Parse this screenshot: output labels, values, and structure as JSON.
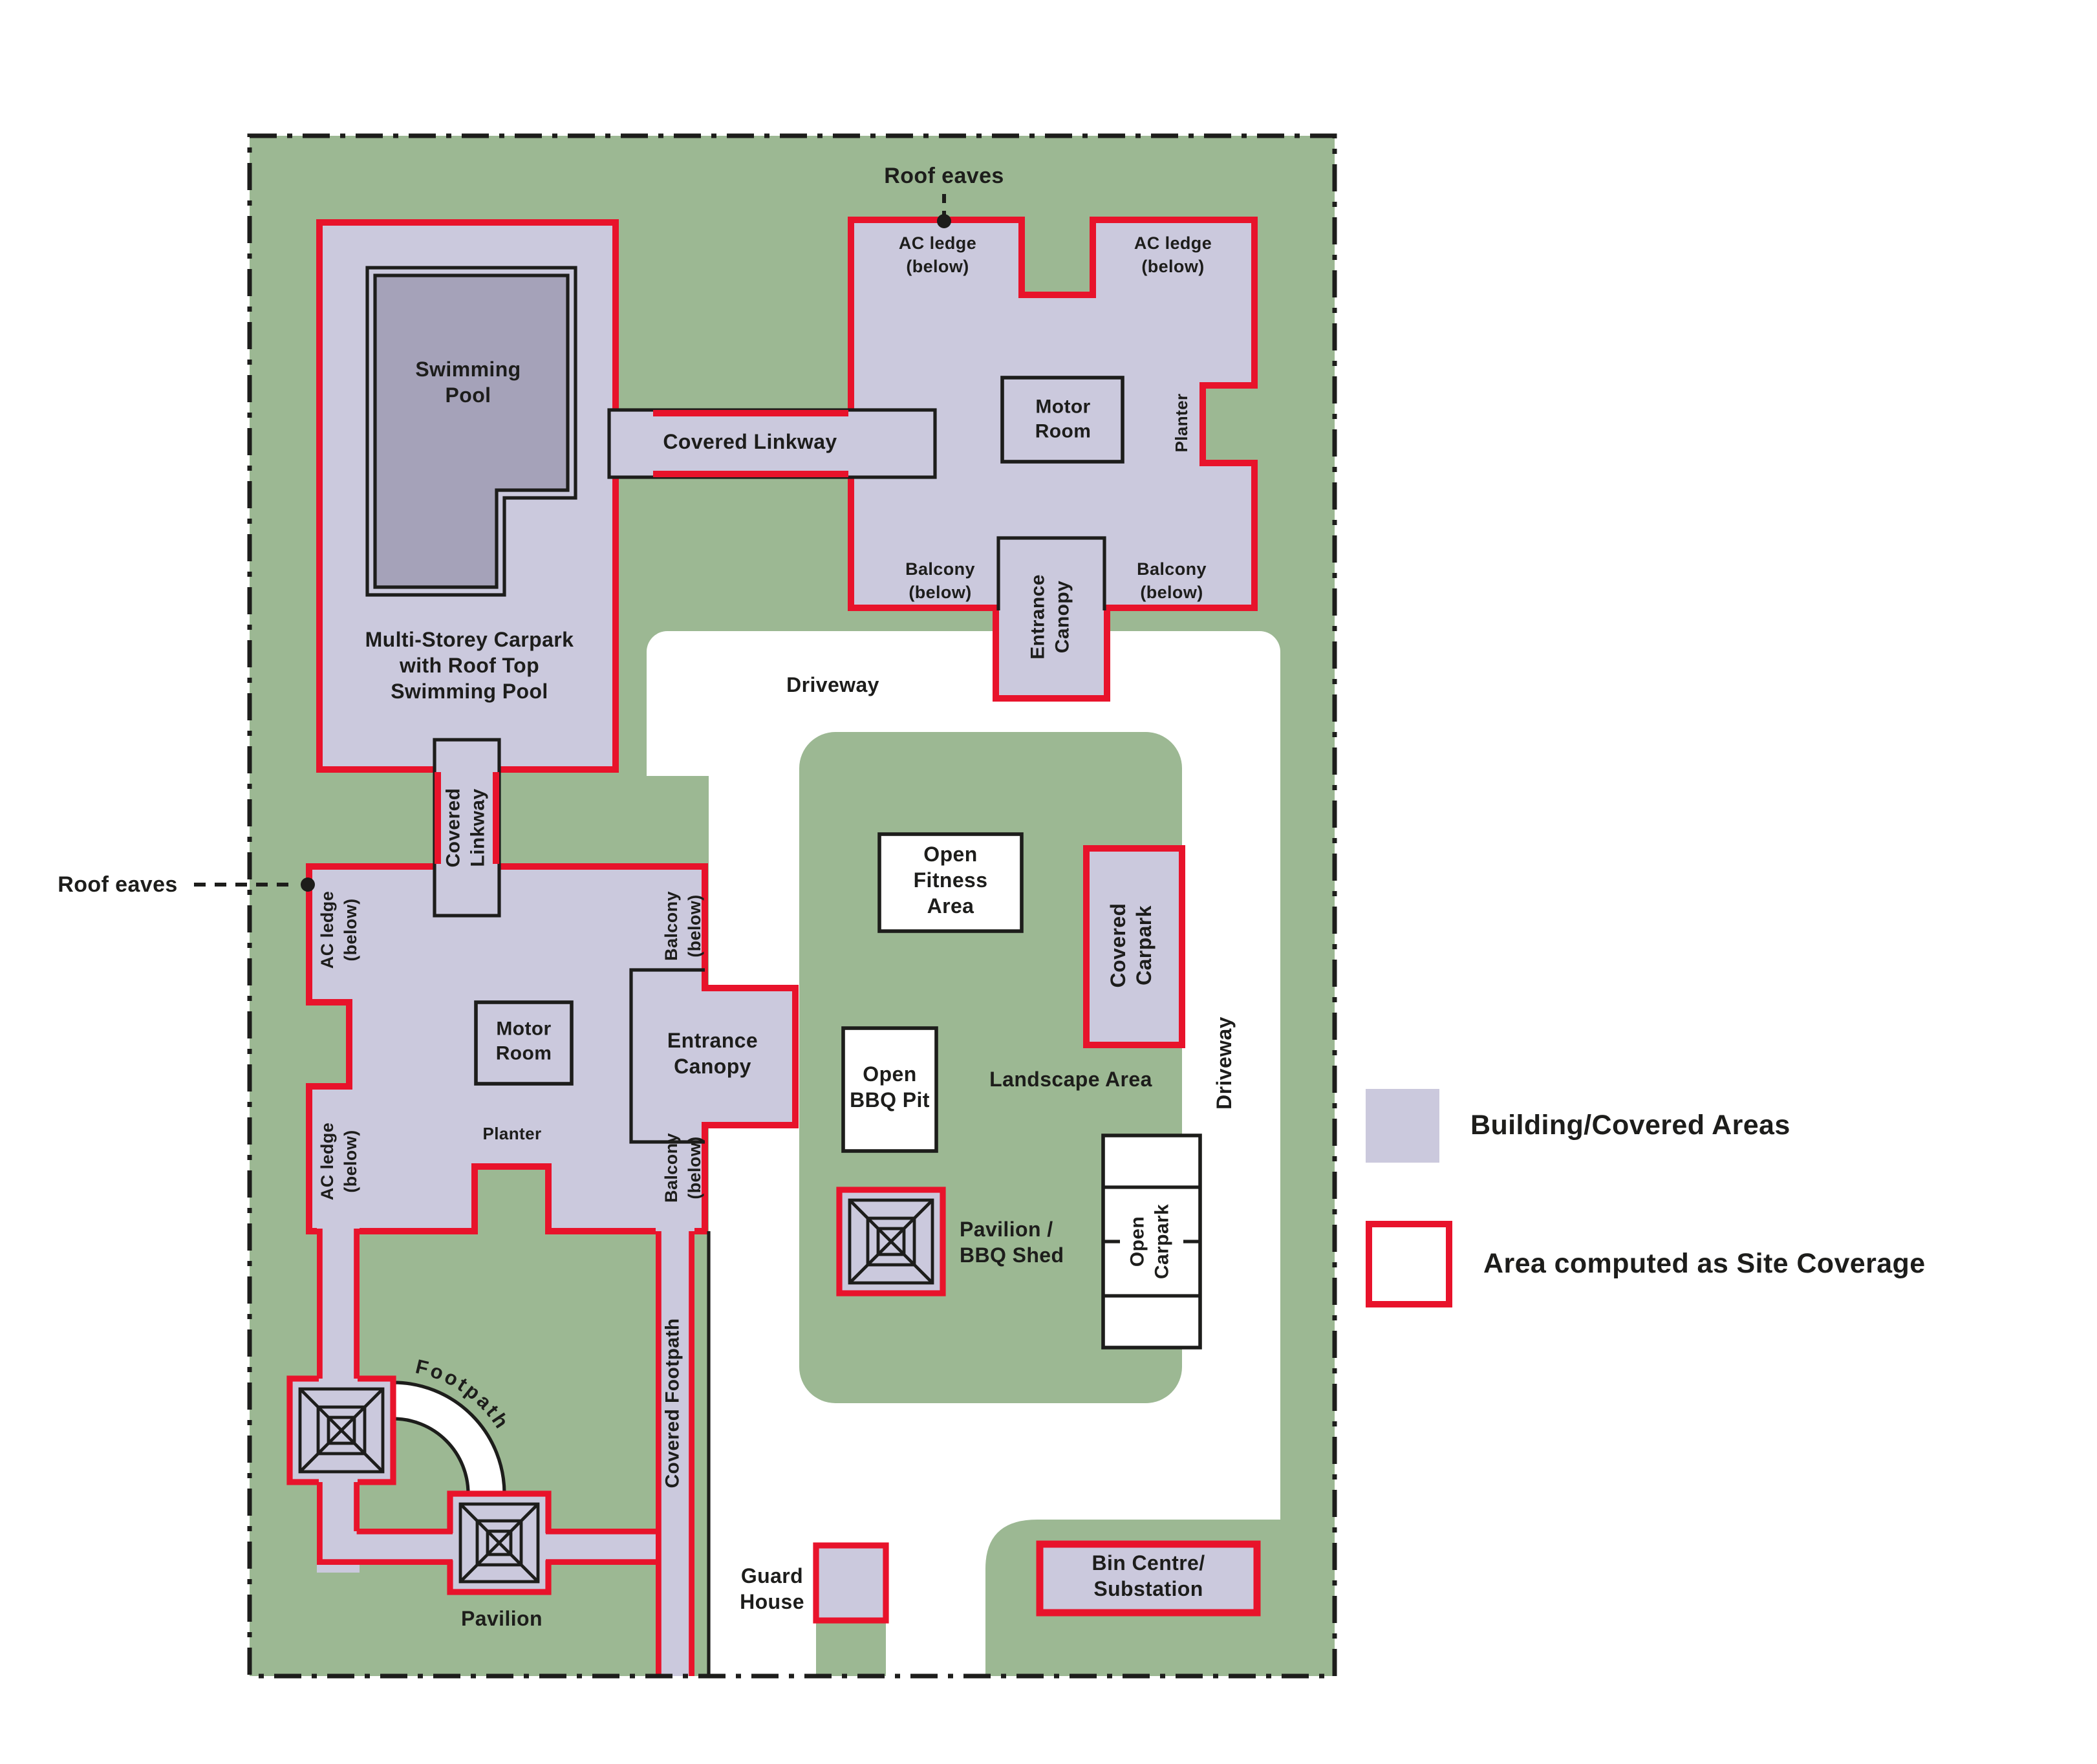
{
  "colors": {
    "green": "#9CB893",
    "lavender": "#CBC9DD",
    "pool": "#A5A2B9",
    "red": "#E8132B",
    "ink": "#1D1D1B",
    "white": "#FFFFFF"
  },
  "legend": {
    "building_label": "Building/Covered Areas",
    "coverage_label": "Area computed as Site Coverage"
  },
  "labels": {
    "roof_eaves_top": "Roof eaves",
    "roof_eaves_left": "Roof eaves",
    "swimming_pool": "Swimming\nPool",
    "carpark": "Multi-Storey Carpark\nwith Roof Top\nSwimming Pool",
    "covered_linkway_h": "Covered Linkway",
    "covered_linkway_v": "Covered\nLinkway",
    "motor_room_top": "Motor\nRoom",
    "motor_room_left": "Motor\nRoom",
    "planter_top": "Planter",
    "planter_left": "Planter",
    "ac_ledge_top_left": "AC ledge\n(below)",
    "ac_ledge_top_right": "AC ledge\n(below)",
    "ac_ledge_left_upper": "AC ledge\n(below)",
    "ac_ledge_left_lower": "AC ledge\n(below)",
    "balcony_top_left": "Balcony\n(below)",
    "balcony_top_right": "Balcony\n(below)",
    "balcony_left_upper": "Balcony\n(below)",
    "balcony_left_lower": "Balcony\n(below)",
    "entrance_canopy_top": "Entrance\nCanopy",
    "entrance_canopy_left": "Entrance\nCanopy",
    "driveway_top": "Driveway",
    "driveway_right": "Driveway",
    "open_fitness": "Open\nFitness\nArea",
    "covered_carpark": "Covered\nCarpark",
    "open_bbq": "Open\nBBQ Pit",
    "landscape_area": "Landscape Area",
    "pavilion_bbq_shed": "Pavilion /\nBBQ Shed",
    "open_carpark": "Open\nCarpark",
    "covered_footpath": "Covered Footpath",
    "footpath": "Footpath",
    "pavilion": "Pavilion",
    "guard_house": "Guard\nHouse",
    "bin_centre": "Bin Centre/\nSubstation"
  }
}
